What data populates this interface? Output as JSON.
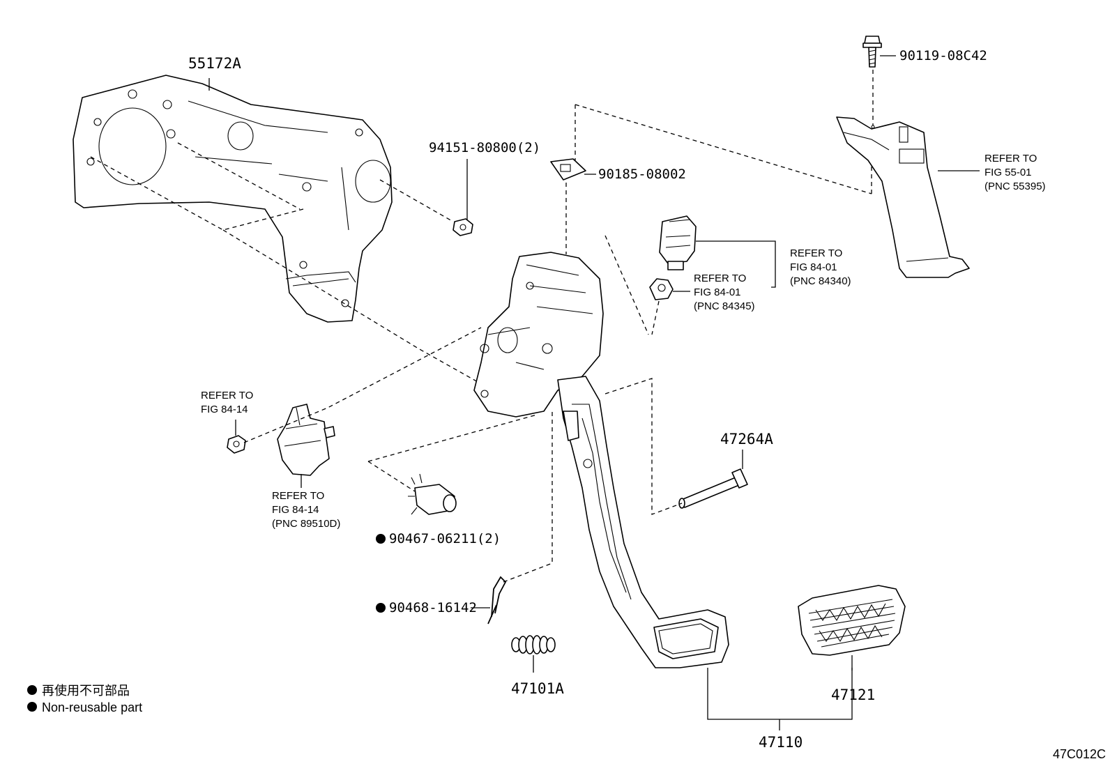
{
  "legend": {
    "line1": "再使用不可部品",
    "line2": "Non-reusable part"
  },
  "reference_code": "47C012C",
  "labels": {
    "p55172A": "55172A",
    "p94151": "94151-80800(2)",
    "p90185": "90185-08002",
    "p90119": "90119-08C42",
    "ref55_1": "REFER TO",
    "ref55_2": "FIG 55-01",
    "ref55_3": "(PNC 55395)",
    "ref84340_1": "REFER TO",
    "ref84340_2": "FIG 84-01",
    "ref84340_3": "(PNC 84340)",
    "ref84345_1": "REFER TO",
    "ref84345_2": "FIG 84-01",
    "ref84345_3": "(PNC 84345)",
    "ref8414a_1": "REFER TO",
    "ref8414a_2": "FIG 84-14",
    "ref89510_1": "REFER TO",
    "ref89510_2": "FIG 84-14",
    "ref89510_3": "(PNC 89510D)",
    "p47264A": "47264A",
    "p90467": "90467-06211(2)",
    "p90468": "90468-16142",
    "p47101A": "47101A",
    "p47121": "47121",
    "p47110": "47110"
  }
}
